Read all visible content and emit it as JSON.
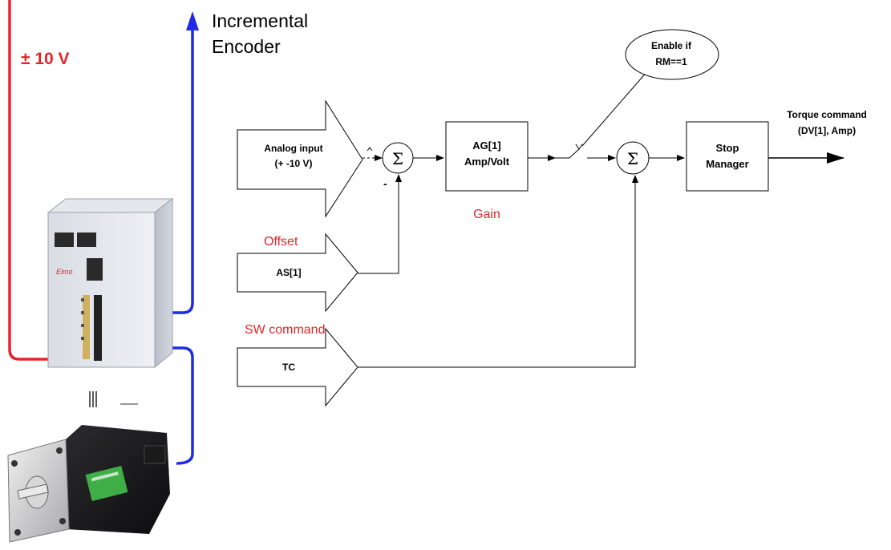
{
  "labels": {
    "voltage": "± 10 V",
    "encoder_line1": "Incremental",
    "encoder_line2": "Encoder",
    "analog_line1": "Analog input",
    "analog_line2": "(+ -10  V)",
    "offset_title": "Offset",
    "offset_block": "AS[1]",
    "sw_title": "SW command",
    "sw_block": "TC",
    "sum_symbol": "Σ",
    "minus_sign": "-",
    "gain_line1": "AG[1]",
    "gain_line2": "Amp/Volt",
    "gain_caption": "Gain",
    "enable_line1": "Enable if",
    "enable_line2": "RM==1",
    "stop_line1": "Stop",
    "stop_line2": "Manager",
    "output_line1": "Torque command",
    "output_line2": "(DV[1], Amp)",
    "drive_brand": "Elmo"
  },
  "colors": {
    "analog_wire": "#e3262a",
    "encoder_wire": "#1f2be3",
    "caption": "#e3262a"
  },
  "icons": {
    "drive": "servo-drive-icon",
    "motor": "servo-motor-icon"
  }
}
